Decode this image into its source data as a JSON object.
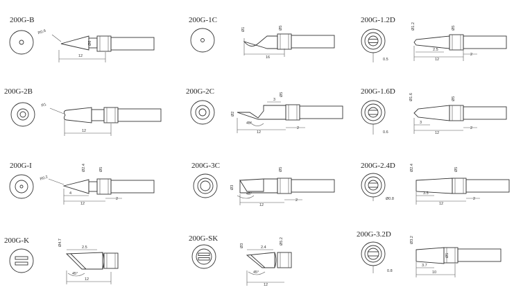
{
  "tips": [
    {
      "id": "B",
      "title": "200G-B",
      "dims": [
        "R0.6",
        "Ø6",
        "12"
      ]
    },
    {
      "id": "1C",
      "title": "200G-1C",
      "dims": [
        "Ø1",
        "Ø5",
        "16"
      ]
    },
    {
      "id": "1.2D",
      "title": "200G-1.2D",
      "dims": [
        "Ø1.2",
        "Ø5",
        "0.5",
        "2.5",
        "12",
        "2"
      ]
    },
    {
      "id": "2B",
      "title": "200G-2B",
      "dims": [
        "R1",
        "12"
      ]
    },
    {
      "id": "2C",
      "title": "200G-2C",
      "dims": [
        "Ø5",
        "3",
        "Ø2",
        "45°",
        "12",
        "2"
      ]
    },
    {
      "id": "1.6D",
      "title": "200G-1.6D",
      "dims": [
        "Ø1.6",
        "Ø5",
        "0.6",
        "3",
        "12",
        "2"
      ]
    },
    {
      "id": "I",
      "title": "200G-I",
      "dims": [
        "Ø2.4",
        "Ø5",
        "R0.2",
        "4",
        "12",
        "2"
      ]
    },
    {
      "id": "3C",
      "title": "200G-3C",
      "dims": [
        "Ø5",
        "Ø3",
        "45°",
        "12",
        "2"
      ]
    },
    {
      "id": "2.4D",
      "title": "200G-2.4D",
      "dims": [
        "Ø2.4",
        "Ø5",
        "Ø0.8",
        "3.5",
        "12",
        "2"
      ]
    },
    {
      "id": "K",
      "title": "200G-K",
      "dims": [
        "Ø4.7",
        "2.5",
        "45°",
        "12"
      ]
    },
    {
      "id": "SK",
      "title": "200G-SK",
      "dims": [
        "Ø3",
        "Ø5.2",
        "2.4",
        "45°",
        "12"
      ]
    },
    {
      "id": "3.2D",
      "title": "200G-3.2D",
      "dims": [
        "Ø3.2",
        "Ø5",
        "0.8",
        "3.7",
        "10"
      ]
    }
  ]
}
